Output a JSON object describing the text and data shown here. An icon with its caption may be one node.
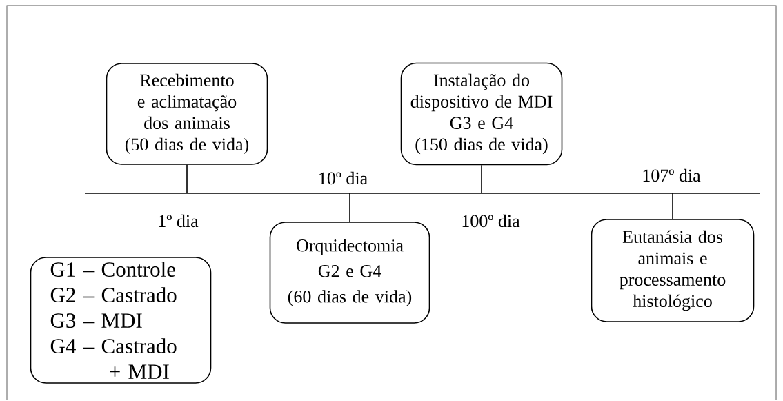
{
  "diagram": {
    "nodes": [
      {
        "text": [
          "Recebimento e aclimatação dos animais",
          "(50 dias de vida)"
        ]
      },
      {
        "text": [
          "Instalação do dispositivo de MDI",
          "G3 e G4",
          "(150 dias de vida)"
        ]
      },
      {
        "text": [],
        "shape": "bar"
      },
      {
        "text": [
          "Orquidectomia",
          "G2 e G4",
          "(60 dias de vida)"
        ]
      },
      {
        "text": [
          "Eutanásia dos animais e processamento histológico"
        ]
      },
      {
        "text": [
          "G1 – Controle",
          "G2 – Castrado",
          "G3 – MDI",
          "G4 – Castrado + MDI"
        ]
      }
    ],
    "edges": [
      {
        "from": 0,
        "to": 2,
        "arrow": "none"
      },
      {
        "from": 1,
        "to": 2,
        "arrow": "none"
      },
      {
        "from": 2,
        "to": 3,
        "arrow": "none"
      },
      {
        "from": 2,
        "to": 4,
        "arrow": "none"
      }
    ],
    "labels": [
      "10º dia",
      "107º dia",
      "1º dia",
      "100º dia"
    ]
  }
}
